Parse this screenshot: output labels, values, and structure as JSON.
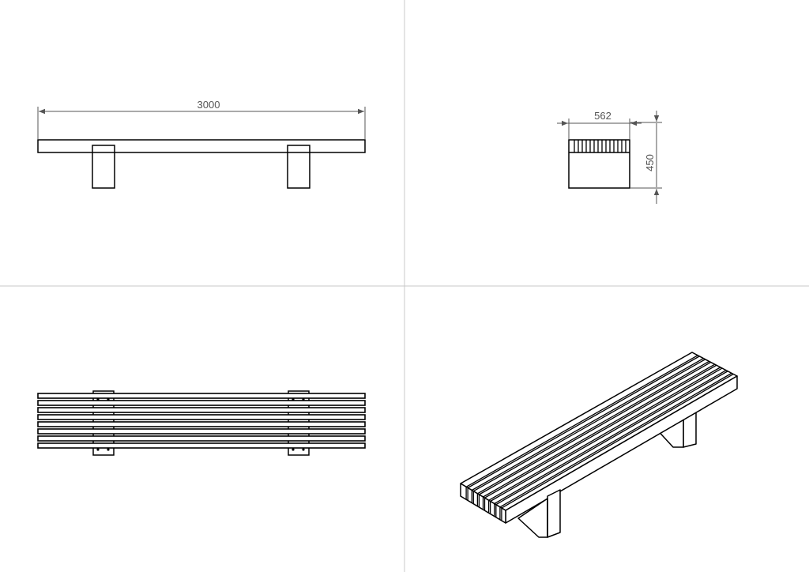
{
  "drawing": {
    "background": "#ffffff",
    "divider_color": "#c8c8c8",
    "line_color": "#000000",
    "dimension_color": "#555555"
  },
  "views": {
    "front": {
      "dimensions": {
        "length": "3000"
      }
    },
    "side": {
      "dimensions": {
        "width": "562",
        "height": "450"
      }
    },
    "top": {},
    "iso": {}
  }
}
